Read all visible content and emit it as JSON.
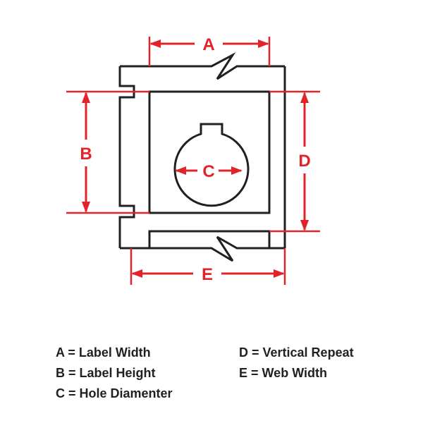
{
  "colors": {
    "outline": "#231f20",
    "dimension": "#e2232a",
    "background": "#ffffff"
  },
  "dimensions": {
    "a": "A",
    "b": "B",
    "c": "C",
    "d": "D",
    "e": "E"
  },
  "legend": {
    "left": [
      {
        "text": "A = Label Width"
      },
      {
        "text": "B = Label Height"
      },
      {
        "text": "C = Hole Diamenter"
      }
    ],
    "right": [
      {
        "text": "D = Vertical Repeat"
      },
      {
        "text": "E = Web Width"
      }
    ]
  }
}
